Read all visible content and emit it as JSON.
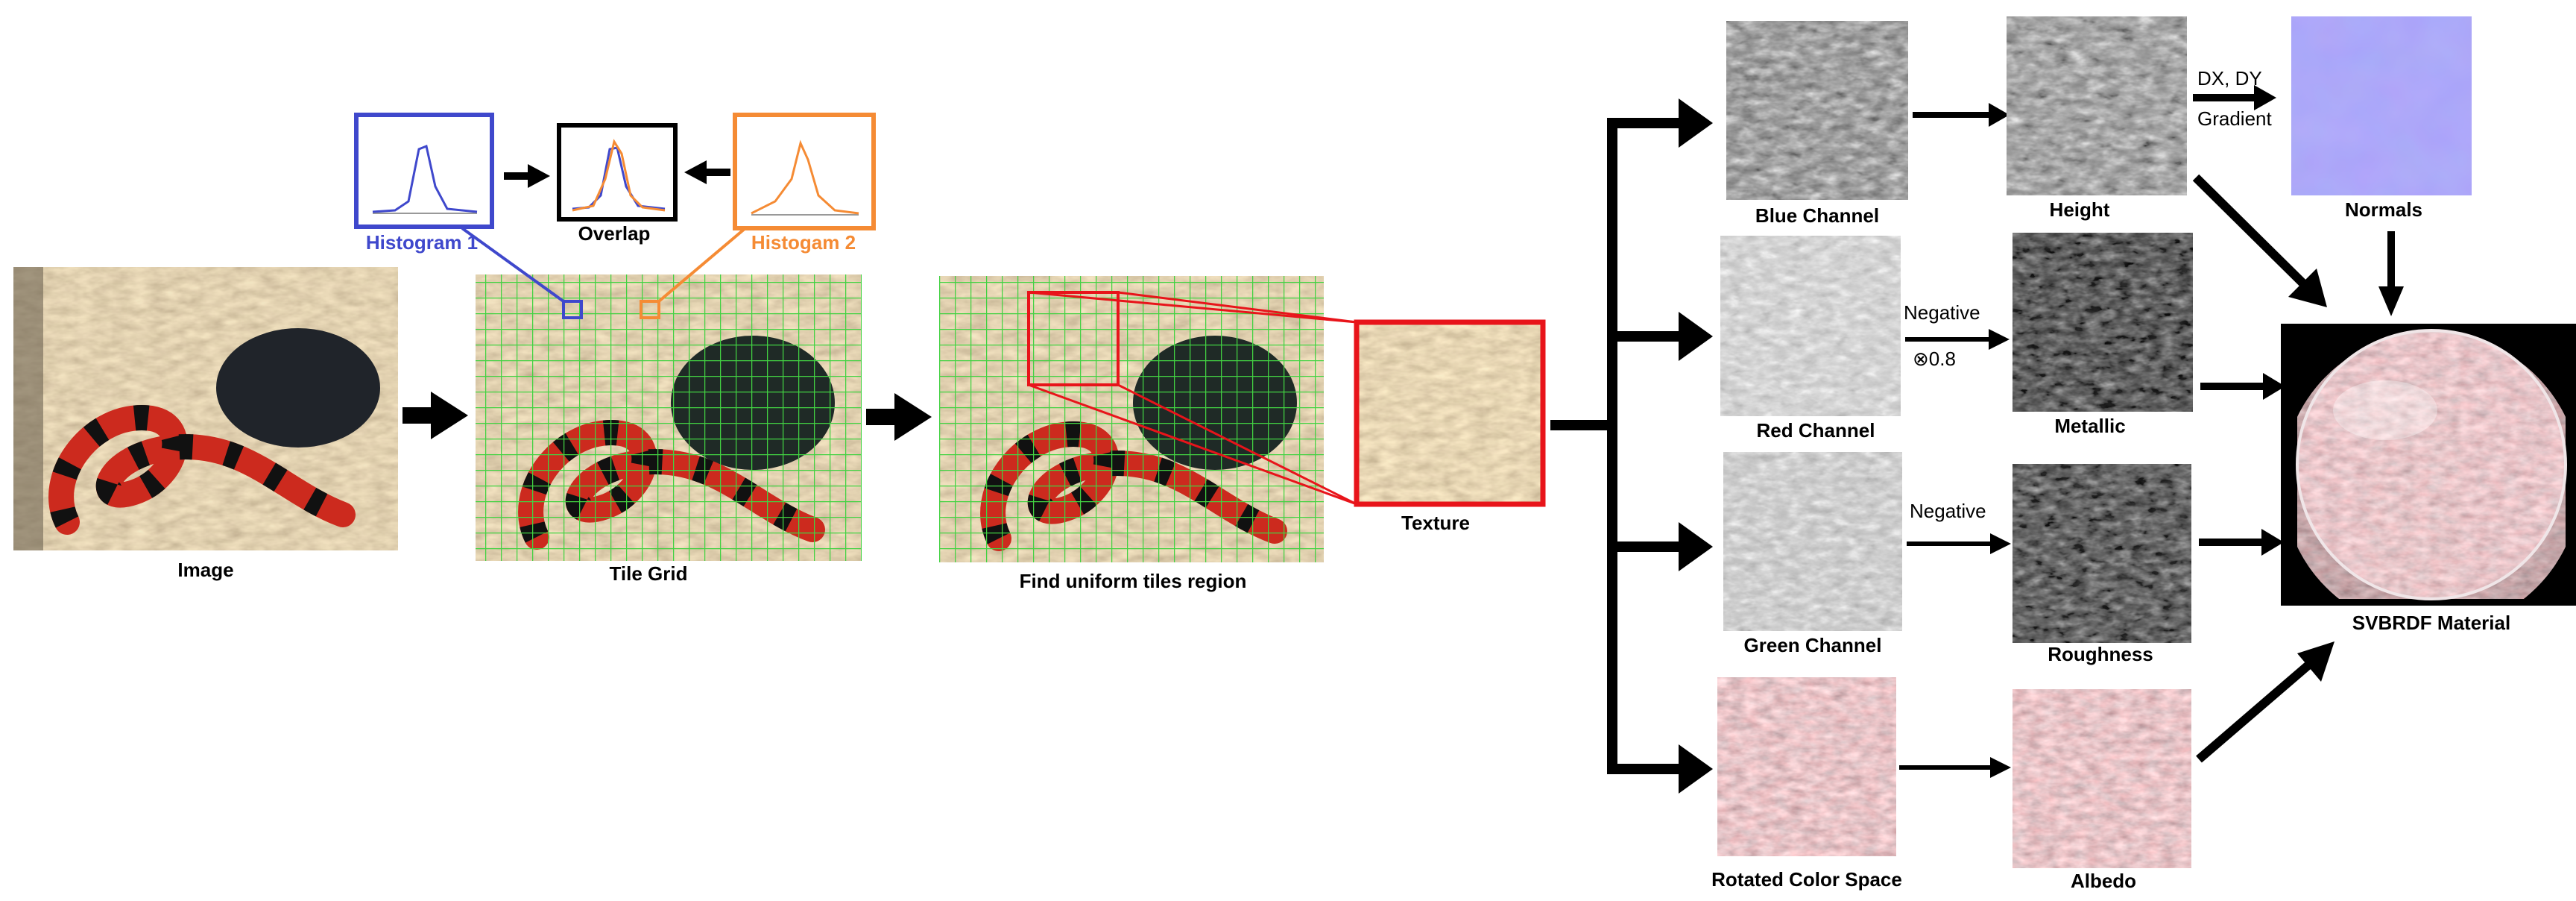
{
  "labels": {
    "image": "Image",
    "tile_grid": "Tile Grid",
    "find_region": "Find uniform tiles region",
    "texture": "Texture",
    "histogram_1": "Histogram 1",
    "histogram_2": "Histogam 2",
    "overlap": "Overlap",
    "blue_channel": "Blue Channel",
    "red_channel": "Red Channel",
    "green_channel": "Green Channel",
    "rotated_color_space": "Rotated Color Space",
    "height": "Height",
    "metallic": "Metallic",
    "roughness": "Roughness",
    "albedo": "Albedo",
    "normals": "Normals",
    "svbrdf_material": "SVBRDF Material"
  },
  "operations": {
    "dx_dy": "DX, DY",
    "gradient": "Gradient",
    "negative_red": "Negative",
    "scale_factor": "⊗0.8",
    "negative_green": "Negative"
  },
  "colors": {
    "histogram_1": "#3f48cc",
    "histogram_2": "#f58b34",
    "texture_highlight": "#e8141a",
    "grid": "#42d242",
    "normals_map": "#8c86f6",
    "arrows": "#000000"
  },
  "icons": {
    "histogram_curve": "line-chart-icon",
    "texture_patches": "noise-texture"
  }
}
